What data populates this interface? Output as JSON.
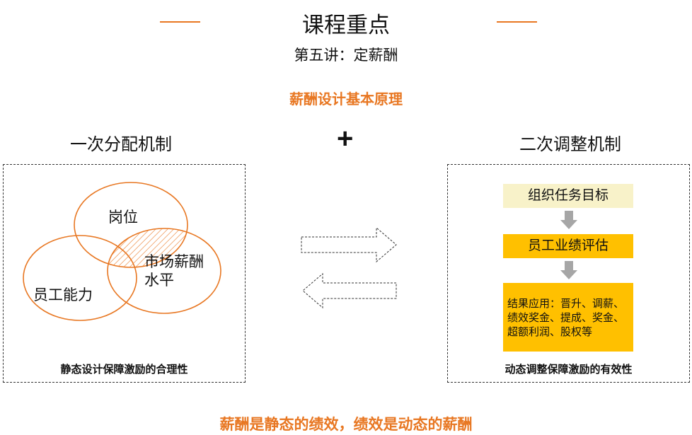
{
  "header": {
    "title": "课程重点",
    "subtitle": "第五讲：定薪酬",
    "accent_color": "#E87722"
  },
  "principle_heading": "薪酬设计基本原理",
  "left": {
    "heading": "一次分配机制",
    "venn": {
      "position_label": "岗位",
      "ability_label": "员工能力",
      "market_label_line1": "市场薪酬",
      "market_label_line2": "水平"
    },
    "caption": "静态设计保障激励的合理性"
  },
  "connector": {
    "plus": "+",
    "icons": [
      "arrow-right-icon",
      "arrow-left-icon"
    ]
  },
  "right": {
    "heading": "二次调整机制",
    "flow": {
      "step1": "组织任务目标",
      "step2": "员工业绩评估",
      "step3_line1": "结果应用：晋升、调薪、",
      "step3_line2": "绩效奖金、提成、奖金、",
      "step3_line3": "超额利润、股权等"
    },
    "caption": "动态调整保障激励的有效性",
    "colors": {
      "light_box": "#F8F2C9",
      "gold_box": "#FFC000",
      "arrow": "#A6A6A6"
    }
  },
  "footer": "薪酬是静态的绩效，绩效是动态的薪酬"
}
